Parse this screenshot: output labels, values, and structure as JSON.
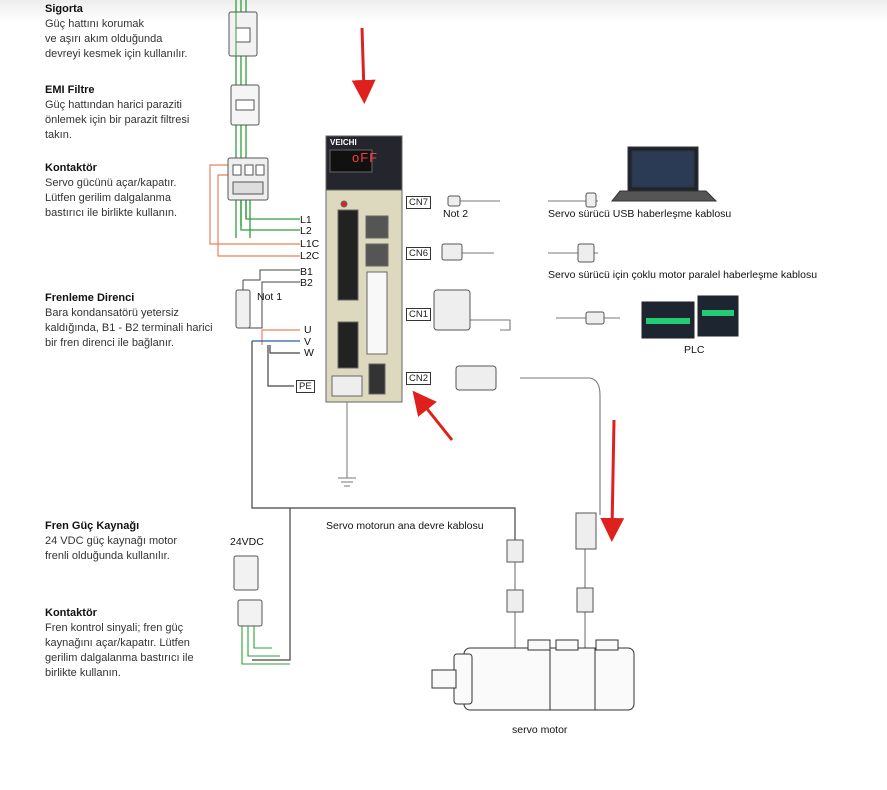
{
  "components": [
    {
      "title": "Sigorta",
      "desc": "Güç hattını korumak\nve aşırı akım olduğunda\ndevreyi kesmek için kullanılır."
    },
    {
      "title": "EMI Filtre",
      "desc": "Güç hattından harici paraziti\nönlemek için bir parazit filtresi\ntakın."
    },
    {
      "title": "Kontaktör",
      "desc": "Servo gücünü açar/kapatır.\nLütfen gerilim dalgalanma\nbastırıcı ile birlikte kullanın."
    },
    {
      "title": "Frenleme Direnci",
      "desc": "Bara kondansatörü yetersiz\nkaldığında, B1 - B2 terminali harici\nbir fren direnci ile bağlanır."
    },
    {
      "title": "Fren Güç Kaynağı",
      "desc": "24 VDC güç kaynağı motor\nfrenli olduğunda kullanılır."
    },
    {
      "title": "Kontaktör",
      "desc": "Fren kontrol sinyali; fren güç\nkaynağını açar/kapatır. Lütfen\ngerilim dalgalanma bastırıcı ile\nbirlikte kullanın."
    }
  ],
  "terminals": {
    "l1": "L1",
    "l2": "L2",
    "l1c": "L1C",
    "l2c": "L2C",
    "b1": "B1",
    "b2": "B2",
    "u": "U",
    "v": "V",
    "w": "W",
    "pe": "PE"
  },
  "ports": {
    "cn7": "CN7",
    "cn6": "CN6",
    "cn1": "CN1",
    "cn2": "CN2"
  },
  "labels": {
    "not1": "Not 1",
    "not2": "Not 2",
    "usb_cable": "Servo sürücü USB haberleşme kablosu",
    "parallel_cable": "Servo sürücü için çoklu motor paralel haberleşme kablosu",
    "plc": "PLC",
    "main_cable": "Servo motorun ana devre kablosu",
    "vdc": "24VDC",
    "servo_motor": "servo motor"
  },
  "drive": {
    "brand": "VEICHI",
    "display": "oFF"
  },
  "colors": {
    "arrow": "#e0201c",
    "green_wire": "#2e9e3a",
    "orange_wire": "#e8825a",
    "blue_wire": "#2a5aa8",
    "drive_body": "#ddd9bf",
    "drive_panel": "#25252d"
  }
}
